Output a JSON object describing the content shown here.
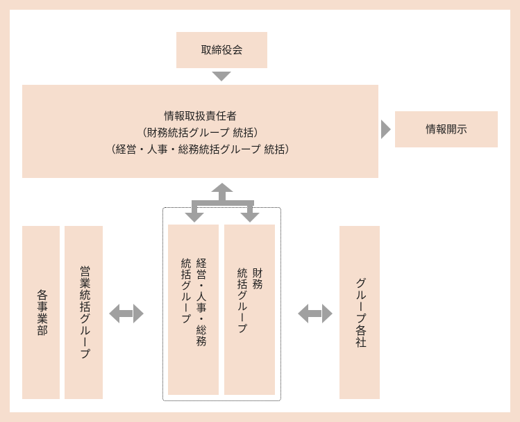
{
  "board": "取締役会",
  "officer": {
    "line1": "情報取扱責任者",
    "line2": "（財務統括グループ 統括）",
    "line3": "（経営・人事・総務統括グループ 統括）"
  },
  "disclosure": "情報開示",
  "divisions": "各事業部",
  "sales_group": "営業統括グループ",
  "mgmt_group": {
    "col1": "経営・人事・総務",
    "col2": "統括グループ"
  },
  "finance_group": {
    "col1": "財務",
    "col2": "統括グループ"
  },
  "group_companies": "グループ各社",
  "colors": {
    "box_fill": "#f6dece",
    "arrow": "#a0a0a0"
  }
}
